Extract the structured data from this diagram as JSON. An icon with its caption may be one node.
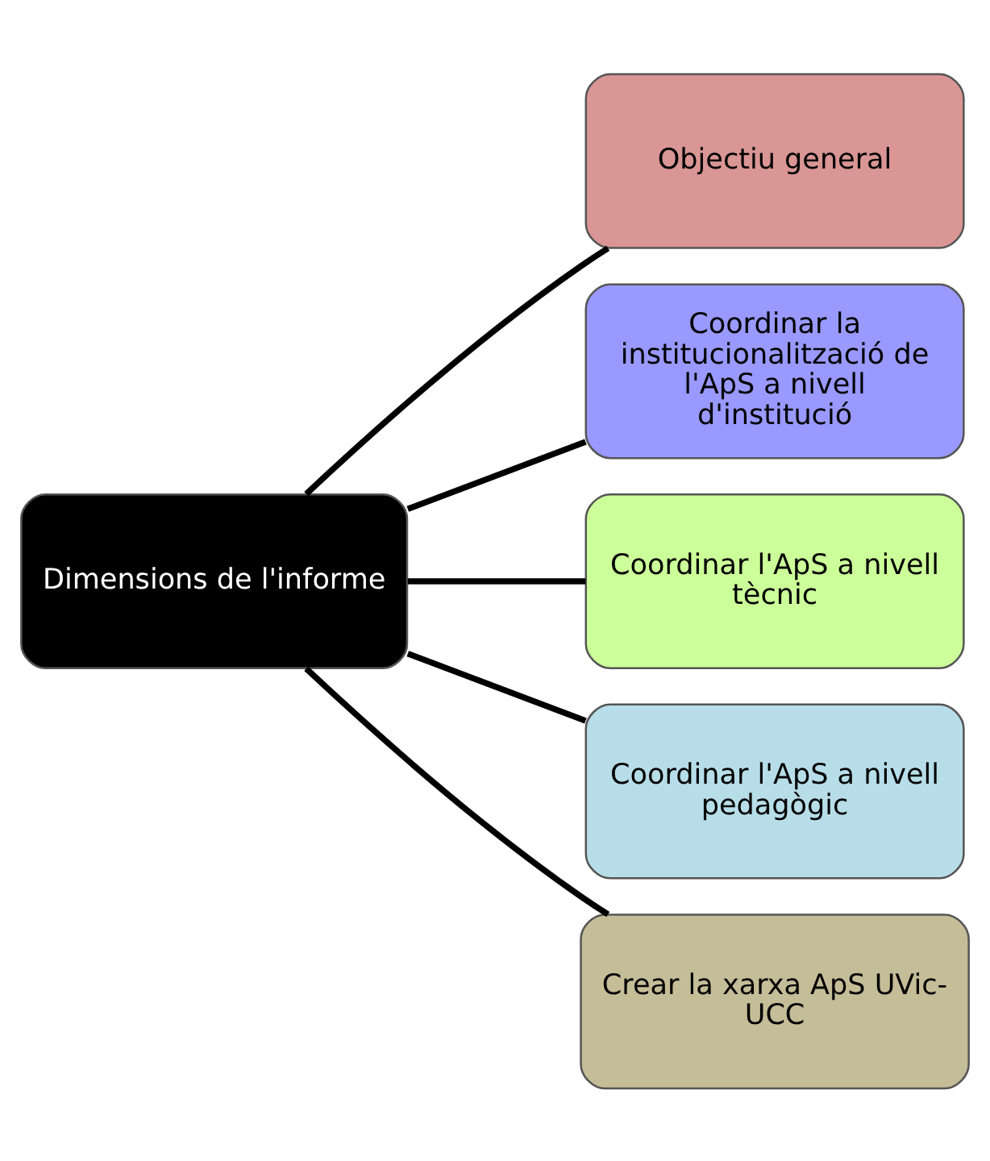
{
  "diagram": {
    "nodes": [
      {
        "text": [
          "Dimensions de l'informe"
        ]
      },
      {
        "text": [
          "Objectiu general"
        ]
      },
      {
        "text": [
          "Coordinar la institucionalització de l'ApS a nivell d'institució"
        ]
      },
      {
        "text": [
          "Coordinar l'ApS a nivell tècnic"
        ]
      },
      {
        "text": [
          "Coordinar l'ApS a nivell pedagògic"
        ]
      },
      {
        "text": [
          "Crear la xarxa ApS UVic-UCC"
        ]
      }
    ],
    "edges": [
      {
        "from": 0,
        "to": 1,
        "arrow": "none"
      },
      {
        "from": 0,
        "to": 2,
        "arrow": "none"
      },
      {
        "from": 0,
        "to": 3,
        "arrow": "none"
      },
      {
        "from": 0,
        "to": 4,
        "arrow": "none"
      },
      {
        "from": 0,
        "to": 5,
        "arrow": "none"
      }
    ]
  }
}
